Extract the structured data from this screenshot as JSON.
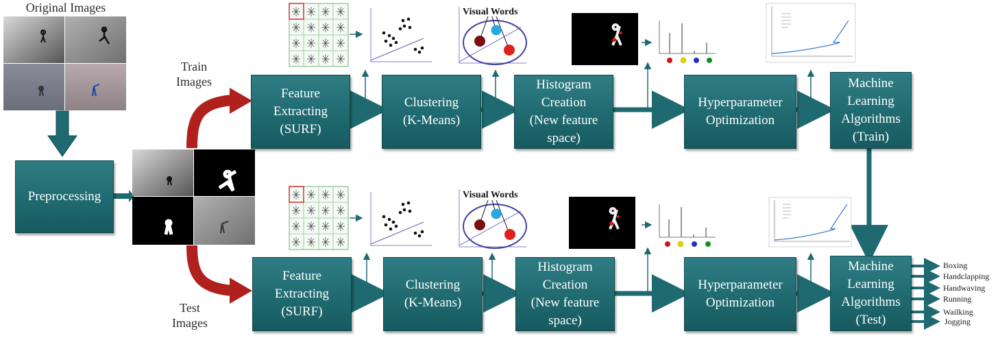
{
  "labels": {
    "original_images": "Original Images",
    "train_images": "Train\nImages",
    "test_images": "Test\nImages",
    "visual_words": "Visual Words"
  },
  "boxes": {
    "preprocessing": "Preprocessing",
    "train": {
      "feature": "Feature\nExtracting\n(SURF)",
      "clustering": "Clustering\n(K-Means)",
      "histogram": "Histogram\nCreation\n(New feature\nspace)",
      "hyper": "Hyperparameter\nOptimization",
      "ml": "Machine\nLearning\nAlgorithms\n(Train)"
    },
    "test": {
      "feature": "Feature\nExtracting\n(SURF)",
      "clustering": "Clustering\n(K-Means)",
      "histogram": "Histogram\nCreation\n(New feature\nspace)",
      "hyper": "Hyperparameter\nOptimization",
      "ml": "Machine\nLearning\nAlgorithms\n(Test)"
    }
  },
  "classes": [
    "Boxing",
    "Handclapping",
    "Handwaving",
    "Running",
    "Wailking",
    "Jogging"
  ],
  "colors": {
    "box_fill": "#1f6a70",
    "box_text": "#ffffff",
    "red_arrow": "#b0201c",
    "connector": "#1f6a70",
    "cluster_dark_red": "#7a0f0f",
    "cluster_blue": "#29a8e0",
    "cluster_red": "#e0201c",
    "ellipse": "#4040a0",
    "hist_dots": [
      "#c81818",
      "#e8d000",
      "#2030c0",
      "#109020"
    ]
  }
}
